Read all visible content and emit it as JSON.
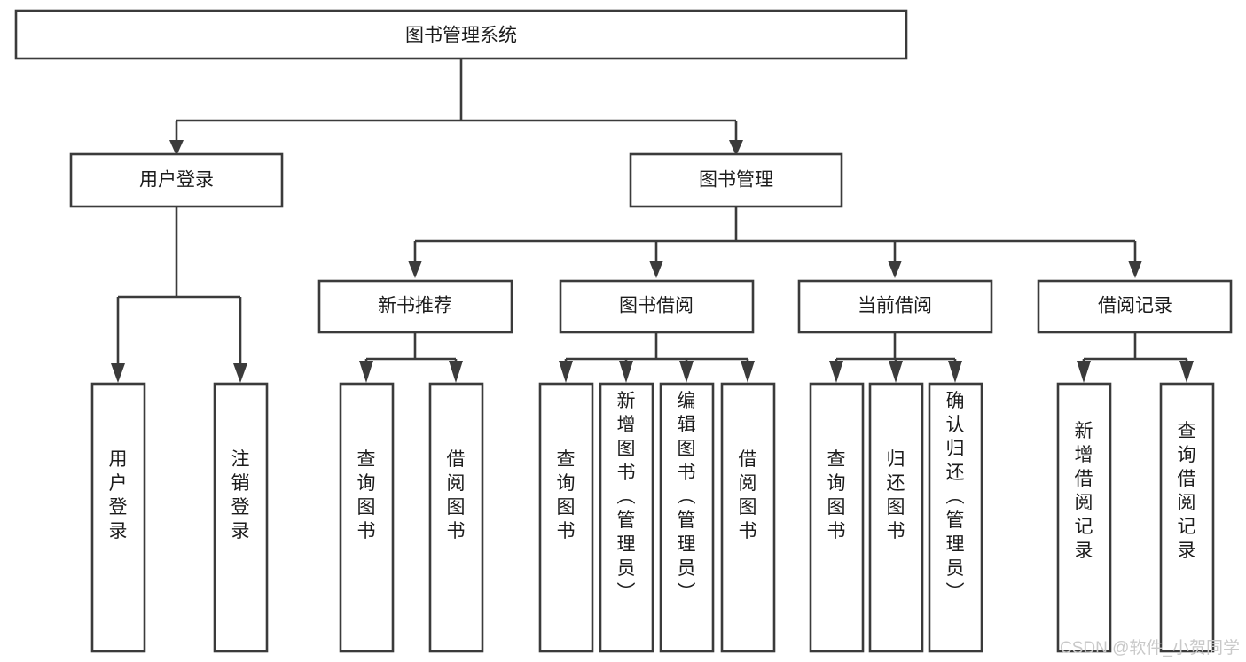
{
  "diagram": {
    "type": "tree-hierarchy-chart",
    "title_node": {
      "id": "root",
      "label": "图书管理系统",
      "orientation": "horizontal"
    },
    "level1": [
      {
        "id": "user-login",
        "label": "用户登录",
        "orientation": "horizontal"
      },
      {
        "id": "book-management",
        "label": "图书管理",
        "orientation": "horizontal"
      }
    ],
    "level2": [
      {
        "id": "new-book-recommend",
        "label": "新书推荐",
        "orientation": "horizontal",
        "parent": "book-management"
      },
      {
        "id": "book-borrow",
        "label": "图书借阅",
        "orientation": "horizontal",
        "parent": "book-management"
      },
      {
        "id": "current-borrow",
        "label": "当前借阅",
        "orientation": "horizontal",
        "parent": "book-management"
      },
      {
        "id": "borrow-record",
        "label": "借阅记录",
        "orientation": "horizontal",
        "parent": "book-management"
      }
    ],
    "leaves": [
      {
        "id": "leaf-user-login",
        "label": "用户登录",
        "orientation": "vertical",
        "parent": "user-login"
      },
      {
        "id": "leaf-logout-login",
        "label": "注销登录",
        "orientation": "vertical",
        "parent": "user-login"
      },
      {
        "id": "leaf-query-book-1",
        "label": "查询图书",
        "orientation": "vertical",
        "parent": "new-book-recommend"
      },
      {
        "id": "leaf-borrow-book-1",
        "label": "借阅图书",
        "orientation": "vertical",
        "parent": "new-book-recommend"
      },
      {
        "id": "leaf-query-book-2",
        "label": "查询图书",
        "orientation": "vertical",
        "parent": "book-borrow"
      },
      {
        "id": "leaf-add-book",
        "label": "新增图书（管理员）",
        "orientation": "vertical",
        "parent": "book-borrow"
      },
      {
        "id": "leaf-edit-book",
        "label": "编辑图书（管理员）",
        "orientation": "vertical",
        "parent": "book-borrow"
      },
      {
        "id": "leaf-borrow-book-2",
        "label": "借阅图书",
        "orientation": "vertical",
        "parent": "book-borrow"
      },
      {
        "id": "leaf-query-book-3",
        "label": "查询图书",
        "orientation": "vertical",
        "parent": "current-borrow"
      },
      {
        "id": "leaf-return-book",
        "label": "归还图书",
        "orientation": "vertical",
        "parent": "current-borrow"
      },
      {
        "id": "leaf-confirm-return",
        "label": "确认归还（管理员）",
        "orientation": "vertical",
        "parent": "current-borrow"
      },
      {
        "id": "leaf-add-borrow-record",
        "label": "新增借阅记录",
        "orientation": "vertical",
        "parent": "borrow-record"
      },
      {
        "id": "leaf-query-borrow-record",
        "label": "查询借阅记录",
        "orientation": "vertical",
        "parent": "borrow-record"
      }
    ],
    "colors": {
      "background": "#ffffff",
      "line": "#3b3b3b",
      "node_fill": "#ffffff",
      "text": "#1c1c1c",
      "watermark": "#c9c9c9"
    }
  },
  "watermark": {
    "text": "CSDN @软件_小贺同学"
  }
}
